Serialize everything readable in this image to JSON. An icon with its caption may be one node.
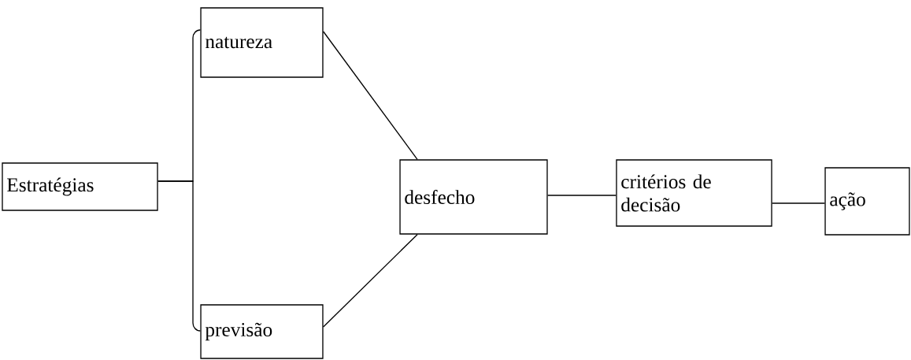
{
  "diagram": {
    "nodes": [
      {
        "text": [
          "Estratégias"
        ]
      },
      {
        "text": [
          "natureza"
        ]
      },
      {
        "text": [
          "previsão"
        ]
      },
      {
        "text": [
          "desfecho"
        ]
      },
      {
        "text": [
          "critérios de decisão"
        ]
      },
      {
        "text": [
          "ação"
        ]
      }
    ],
    "edges": [
      {
        "from": 0,
        "to": 1,
        "arrow": "none"
      },
      {
        "from": 0,
        "to": 2,
        "arrow": "none"
      },
      {
        "from": 1,
        "to": 3,
        "arrow": "none"
      },
      {
        "from": 2,
        "to": 3,
        "arrow": "none"
      },
      {
        "from": 3,
        "to": 4,
        "arrow": "none"
      },
      {
        "from": 4,
        "to": 5,
        "arrow": "none"
      }
    ]
  }
}
